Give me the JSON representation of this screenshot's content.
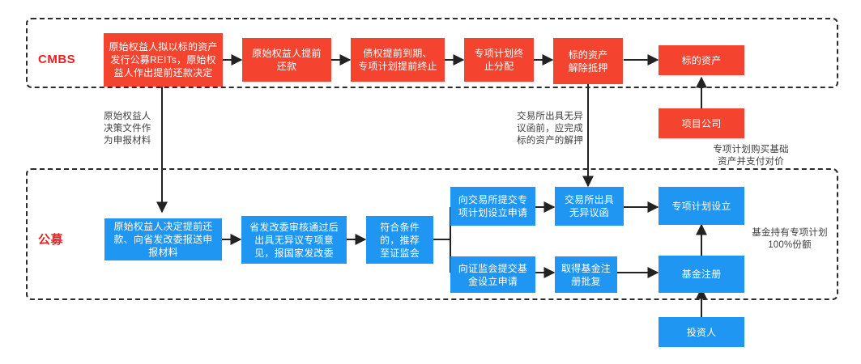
{
  "colors": {
    "red_box": "#F4432F",
    "blue_box": "#2096F3",
    "group_label": "#ED2024",
    "dash_border": "#2b2b2b",
    "note_text": "#404040",
    "arrow": "#222222"
  },
  "groups": [
    {
      "id": "cmbs",
      "label": "CMBS"
    },
    {
      "id": "gongmu",
      "label": "公募"
    }
  ],
  "cmbs_flow": {
    "nodes": [
      {
        "id": "cmbs-n1",
        "text": "原始权益人拟以标的资产\n发行公募REITs，原始权\n益人作出提前还款决定"
      },
      {
        "id": "cmbs-n2",
        "text": "原始权益人提前\n还款"
      },
      {
        "id": "cmbs-n3",
        "text": "债权提前到期、\n专项计划提前终止"
      },
      {
        "id": "cmbs-n4",
        "text": "专项计划终\n止分配"
      },
      {
        "id": "cmbs-n5",
        "text": "标的资产\n解除抵押"
      },
      {
        "id": "cmbs-n6",
        "text": "标的资产"
      }
    ]
  },
  "gongmu_flow": {
    "nodes": [
      {
        "id": "gm-n1",
        "text": "原始权益人决定提前还\n款、向省发改委报送申\n报材料"
      },
      {
        "id": "gm-n2",
        "text": "省发改委审核通过后\n出具无异议专项意\n见，报国家发改委"
      },
      {
        "id": "gm-n3",
        "text": "符合条件\n的，推荐\n至证监会"
      },
      {
        "id": "gm-n4",
        "text": "向交易所提交专\n项计划设立申请"
      },
      {
        "id": "gm-n5",
        "text": "交易所出具\n无异议函"
      },
      {
        "id": "gm-n6",
        "text": "专项计划设立"
      },
      {
        "id": "gm-n7",
        "text": "向证监会提交基\n金设立申请"
      },
      {
        "id": "gm-n8",
        "text": "取得基金注\n册批复"
      },
      {
        "id": "gm-n9",
        "text": "基金注册"
      }
    ]
  },
  "outside_nodes": [
    {
      "id": "project-company",
      "text": "项目公司",
      "style": "red"
    },
    {
      "id": "investor",
      "text": "投资人",
      "style": "blue"
    }
  ],
  "annotations": [
    {
      "id": "note-decision-doc",
      "text": "原始权益人\n决策文件作\n为申报材料"
    },
    {
      "id": "note-release-pledge",
      "text": "交易所出具无异\n议函前，应完成\n标的资产的解押"
    },
    {
      "id": "note-purchase",
      "text": "专项计划购买基础\n资产并支付对价"
    },
    {
      "id": "note-fund-holding",
      "text": "基金持有专项计划\n100%份额"
    }
  ]
}
